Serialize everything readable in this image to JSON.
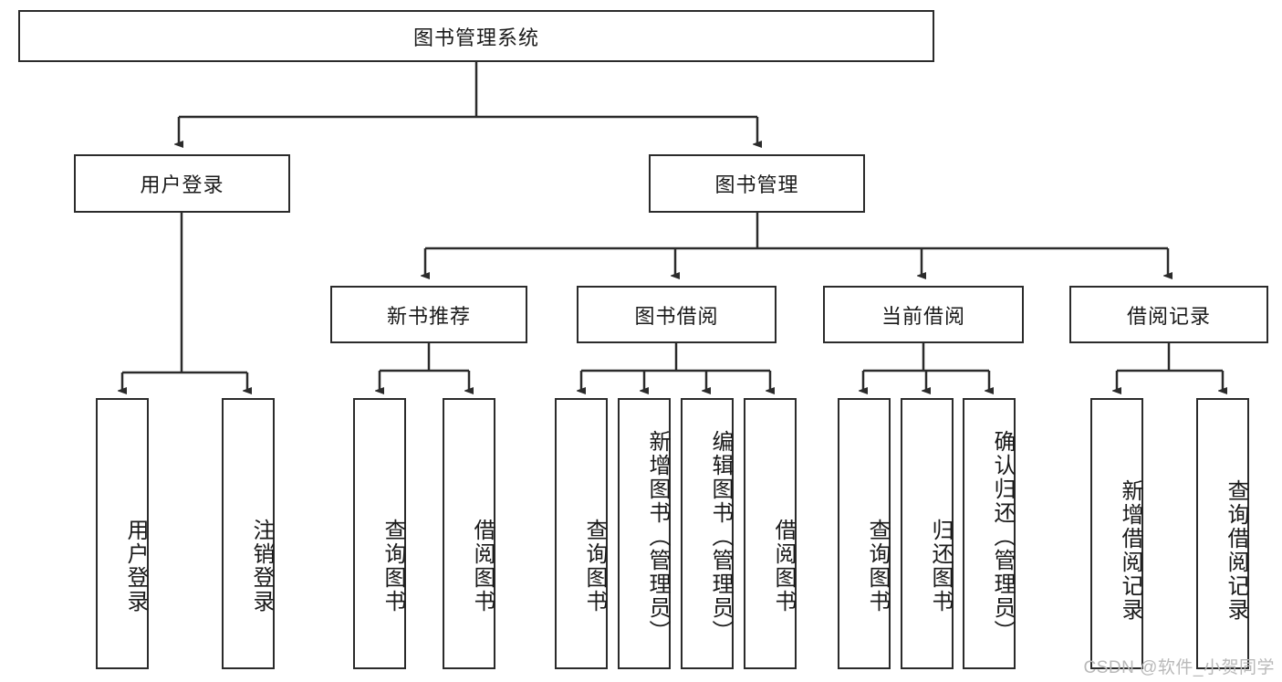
{
  "diagram": {
    "title": "图书管理系统",
    "type": "tree",
    "root": {
      "label": "图书管理系统"
    },
    "level2": [
      {
        "label": "用户登录"
      },
      {
        "label": "图书管理"
      }
    ],
    "level3": [
      {
        "label": "新书推荐"
      },
      {
        "label": "图书借阅"
      },
      {
        "label": "当前借阅"
      },
      {
        "label": "借阅记录"
      }
    ],
    "leaves": {
      "user_login": [
        {
          "label": "用户登录"
        },
        {
          "label": "注销登录"
        }
      ],
      "new_book_recommend": [
        {
          "label": "查询图书"
        },
        {
          "label": "借阅图书"
        }
      ],
      "book_borrow": [
        {
          "label": "查询图书"
        },
        {
          "label": "新增图书（管理员）"
        },
        {
          "label": "编辑图书（管理员）"
        },
        {
          "label": "借阅图书"
        }
      ],
      "current_borrow": [
        {
          "label": "查询图书"
        },
        {
          "label": "归还图书"
        },
        {
          "label": "确认归还（管理员）"
        }
      ],
      "borrow_record": [
        {
          "label": "新增借阅记录"
        },
        {
          "label": "查询借阅记录"
        }
      ]
    }
  },
  "watermark": {
    "text": "CSDN @软件_小贺同学"
  },
  "colors": {
    "stroke": "#2b2b2b",
    "background": "#ffffff",
    "text": "#1a1a1a",
    "watermark": "#b9b9b9"
  }
}
